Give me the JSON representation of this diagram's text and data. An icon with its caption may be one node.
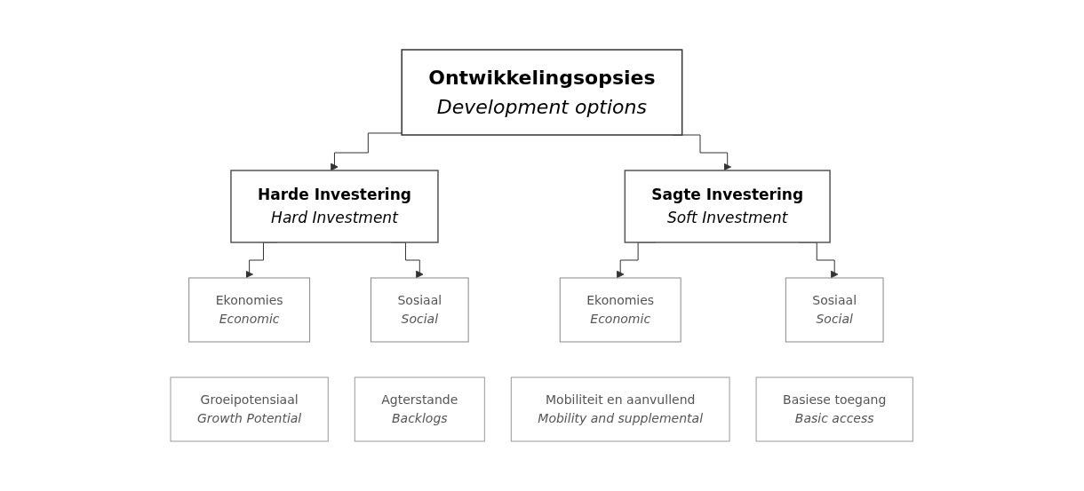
{
  "diagram": {
    "nodes": [
      {
        "text": [
          "Ontwikkelingsopsies",
          "Development options"
        ]
      },
      {
        "text": [
          "Harde Investering",
          "Hard Investment"
        ]
      },
      {
        "text": [
          "Sagte Investering",
          "Soft Investment"
        ]
      },
      {
        "text": [
          "Ekonomies",
          "Economic"
        ]
      },
      {
        "text": [
          "Sosiaal",
          "Social"
        ]
      },
      {
        "text": [
          "Ekonomies",
          "Economic"
        ]
      },
      {
        "text": [
          "Sosiaal",
          "Social"
        ]
      },
      {
        "text": [
          "Groeipotensiaal",
          "Growth Potential"
        ]
      },
      {
        "text": [
          "Agterstande",
          "Backlogs"
        ]
      },
      {
        "text": [
          "Mobiliteit en aanvullend",
          "Mobility and supplemental"
        ]
      },
      {
        "text": [
          "Basiese toegang",
          "Basic access"
        ]
      }
    ],
    "edges": [
      {
        "from": 0,
        "to": 1,
        "arrow": "to"
      },
      {
        "from": 0,
        "to": 2,
        "arrow": "to"
      },
      {
        "from": 1,
        "to": 3,
        "arrow": "to"
      },
      {
        "from": 1,
        "to": 4,
        "arrow": "to"
      },
      {
        "from": 2,
        "to": 5,
        "arrow": "to"
      },
      {
        "from": 2,
        "to": 6,
        "arrow": "to"
      }
    ]
  }
}
